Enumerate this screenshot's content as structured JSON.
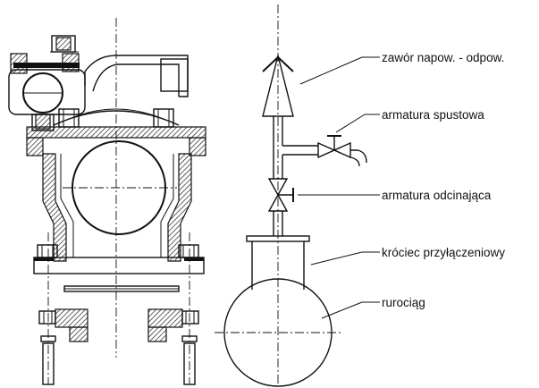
{
  "labels": {
    "valve": "zawór napow. - odpow.",
    "drain": "armatura spustowa",
    "shutoff": "armatura odcinająca",
    "connector": "króciec przyłączeniowy",
    "pipeline": "rurociąg"
  }
}
